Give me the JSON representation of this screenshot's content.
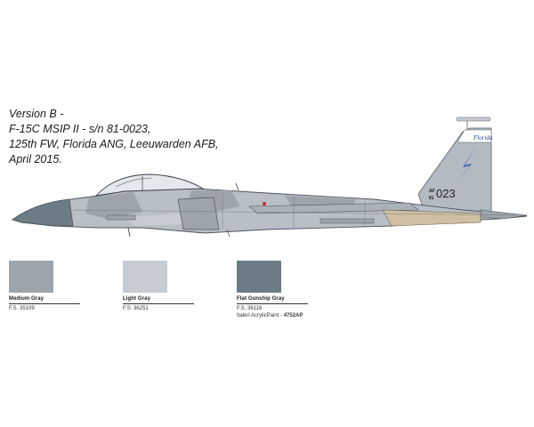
{
  "caption": {
    "lines": [
      "Version B -",
      "F-15C MSIP II - s/n 81-0023,",
      "125th FW, Florida ANG, Leeuwarden AFB,",
      "April 2015."
    ]
  },
  "aircraft": {
    "tail_text": "Florida",
    "tail_code": "AF",
    "tail_year": "81",
    "tail_number": "023"
  },
  "colors": {
    "medium_gray": "#9ea4ab",
    "light_gray": "#c6ccd2",
    "flat_gunship_gray": "#6c7c86"
  },
  "swatches": [
    {
      "name": "Medium Gray",
      "fs": "F.S. 35109",
      "color": "#9ea4ab"
    },
    {
      "name": "Light Gray",
      "fs": "F.S. 36251",
      "color": "#c6ccd2"
    },
    {
      "name": "Flat Gunship Gray",
      "fs": "F.S. 36118",
      "color": "#6c7c86",
      "paint_label": "Italeri AcrylicPaint - ",
      "paint_code": "4752AP"
    }
  ]
}
